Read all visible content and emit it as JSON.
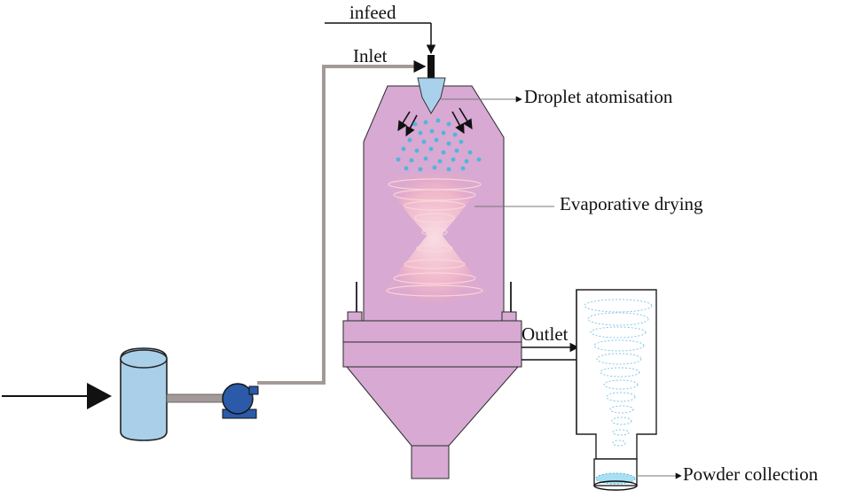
{
  "diagram": {
    "labels": {
      "infeed": "infeed",
      "inlet": "Inlet",
      "droplet": "Droplet atomisation",
      "evaporative": "Evaporative drying",
      "outlet": "Outlet",
      "powder": "Powder collection"
    },
    "colors": {
      "chamber": "#d7a9d3",
      "chamber_stroke": "#2a2a2a",
      "swirl": "#f7c4cf",
      "nozzle": "#a9d1ec",
      "droplets": "#4fb6dc",
      "tank": "#a9cfe9",
      "pump": "#2b5aa8",
      "pipe": "#a39a98",
      "cyclone_spiral": "#7ec3e6"
    },
    "icons": [
      "tank-icon",
      "pump-icon",
      "nozzle-icon",
      "cyclone-icon"
    ]
  }
}
